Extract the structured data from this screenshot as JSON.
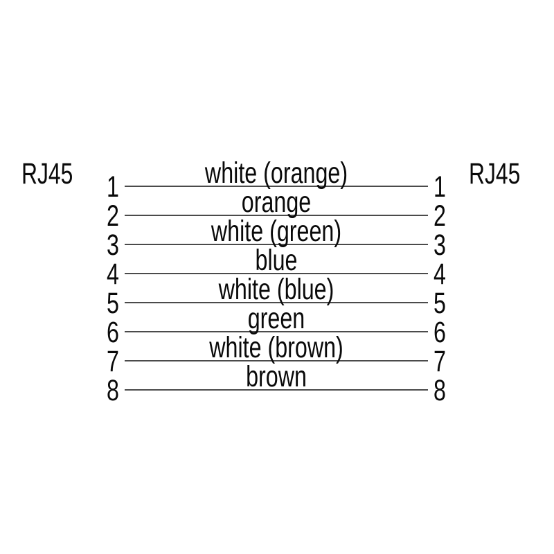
{
  "diagram": {
    "connector_left": "RJ45",
    "connector_right": "RJ45",
    "pins": [
      {
        "number": "1",
        "wire": "white (orange)"
      },
      {
        "number": "2",
        "wire": "orange"
      },
      {
        "number": "3",
        "wire": "white (green)"
      },
      {
        "number": "4",
        "wire": "blue"
      },
      {
        "number": "5",
        "wire": "white (blue)"
      },
      {
        "number": "6",
        "wire": "green"
      },
      {
        "number": "7",
        "wire": "white (brown)"
      },
      {
        "number": "8",
        "wire": "brown"
      }
    ],
    "colors": {
      "line": "#4b4b4b",
      "text": "#0a0a0a",
      "background": "#ffffff"
    }
  }
}
